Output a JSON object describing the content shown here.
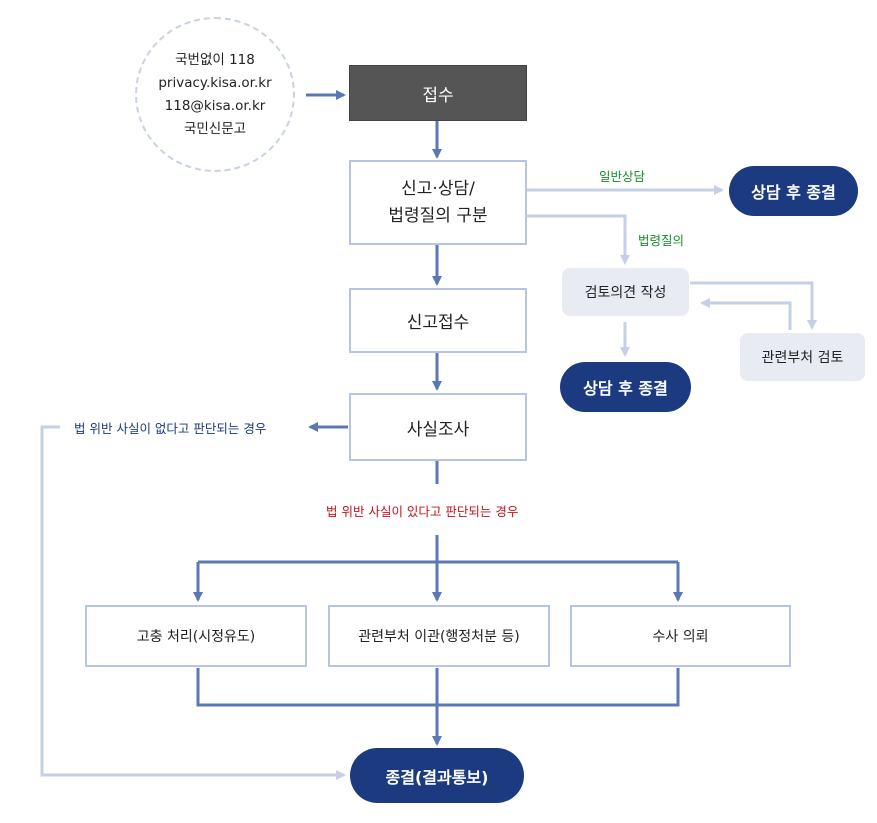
{
  "contact": {
    "line1": "국번없이 118",
    "line2": "privacy.kisa.or.kr",
    "line3": "118@kisa.or.kr",
    "line4": "국민신문고"
  },
  "nodes": {
    "receipt": "접수",
    "classify_line1": "신고·상담/",
    "classify_line2": "법령질의 구분",
    "report_receipt": "신고접수",
    "investigation": "사실조사",
    "consult_end_top": "상담 후 종결",
    "review_opinion": "검토의견 작성",
    "related_review": "관련부처 검토",
    "consult_end_mid": "상담 후 종결",
    "corrective": "고충 처리(시정유도)",
    "transfer": "관련부처 이관(행정처분 등)",
    "investigation_request": "수사 의뢰",
    "final_end": "종결(결과통보)"
  },
  "edge_labels": {
    "general_consult": "일반상담",
    "legal_inquiry": "법령질의",
    "no_violation": "법 위반 사실이 없다고 판단되는 경우",
    "violation": "법 위반 사실이 있다고 판단되는 경우"
  },
  "colors": {
    "main_arrow": "#5b78b6",
    "light_arrow": "#c5d0e6",
    "navy": "#1b3a80",
    "dark_box": "#555555",
    "green": "#1a8a2a",
    "red": "#c0141b"
  }
}
